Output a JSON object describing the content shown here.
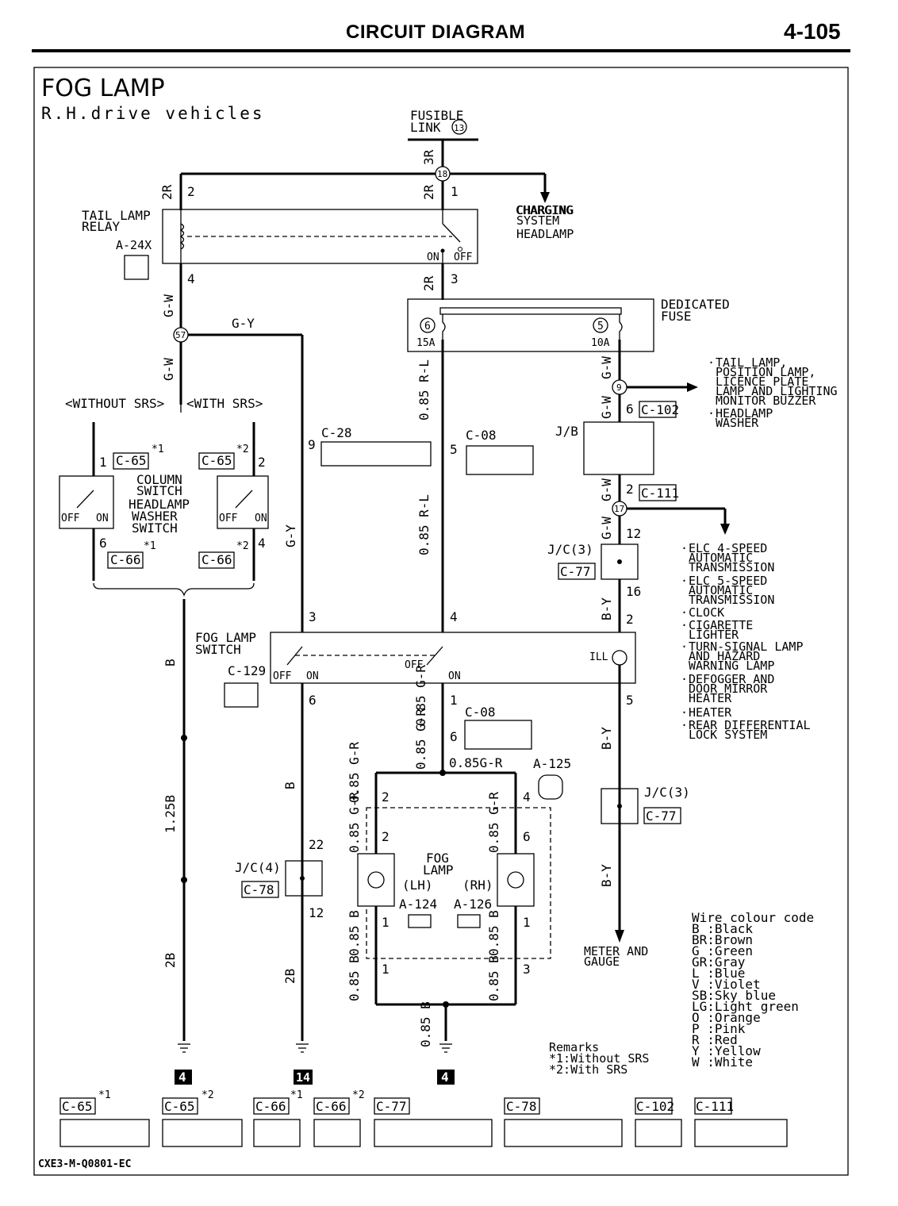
{
  "header": {
    "section": "CIRCUIT DIAGRAM",
    "page": "4-105"
  },
  "diagram": {
    "title": "FOG LAMP",
    "subtitle": "R.H.drive vehicles",
    "fusible_link": [
      "FUSIBLE",
      "LINK"
    ],
    "fusible_link_no": "13",
    "tail_lamp_relay": [
      "TAIL LAMP",
      "RELAY"
    ],
    "relay_connector": "A-24X",
    "relay_on": "ON",
    "relay_off": "OFF",
    "branch_notes": [
      "CHARGING",
      "SYSTEM",
      "HEADLAMP"
    ],
    "dedicated_fuse": [
      "DEDICATED",
      "FUSE"
    ],
    "fuse_left_no": "6",
    "fuse_left_amp": "15A",
    "fuse_right_no": "5",
    "fuse_right_amp": "10A",
    "splice_nos": [
      "18",
      "57",
      "9",
      "17"
    ],
    "without_srs": "<WITHOUT SRS>",
    "with_srs": "<WITH SRS>",
    "column_switch": [
      "COLUMN",
      "SWITCH",
      "HEADLAMP",
      "WASHER",
      "SWITCH"
    ],
    "jb": "J/B",
    "jc3": "J/C(3)",
    "jc4": "J/C(4)",
    "fog_lamp_switch": [
      "FOG LAMP",
      "SWITCH"
    ],
    "ill": "ILL",
    "off": "OFF",
    "on": "ON",
    "fog_lamp": [
      "FOG",
      "LAMP"
    ],
    "lh": "(LH)",
    "rh": "(RH)",
    "meter_gauge": [
      "METER AND",
      "GAUGE"
    ],
    "right_notes1": [
      "TAIL LAMP,",
      "POSITION LAMP,",
      "LICENCE PLATE",
      "LAMP AND LIGHTING",
      "MONITOR BUZZER",
      "HEADLAMP",
      "WASHER"
    ],
    "right_notes2": [
      "ELC 4-SPEED",
      "AUTOMATIC",
      "TRANSMISSION",
      "ELC 5-SPEED",
      "AUTOMATIC",
      "TRANSMISSION",
      "CLOCK",
      "CIGARETTE",
      "LIGHTER",
      "TURN-SIGNAL LAMP",
      "AND HAZARD",
      "WARNING LAMP",
      "DEFOGGER AND",
      "DOOR MIRROR",
      "HEATER",
      "HEATER",
      "REAR DIFFERENTIAL",
      "LOCK SYSTEM"
    ],
    "wire_labels": [
      "3R",
      "2R",
      "2R",
      "2R",
      "G-W",
      "G-W",
      "G-Y",
      "G-Y",
      "0.85 R-L",
      "0.85 R-L",
      "G-W",
      "G-W",
      "G-W",
      "G-W",
      "B",
      "1.25B",
      "2B",
      "B",
      "2B",
      "0.85 G-R",
      "0.85 G-R",
      "0.85G-R",
      "0.85 G-R",
      "0.85 G-R",
      "0.85 G-R",
      "0.85 B",
      "0.85 B",
      "0.85 B",
      "0.85 B",
      "0.85 B",
      "B-Y",
      "B-Y"
    ],
    "pin_numbers": [
      "2",
      "1",
      "4",
      "3",
      "9",
      "5",
      "6",
      "2",
      "12",
      "16",
      "2",
      "3",
      "4",
      "6",
      "1",
      "6",
      "5",
      "2",
      "4",
      "2",
      "2",
      "22",
      "12",
      "1",
      "1",
      "1",
      "3",
      "4",
      "2",
      "6",
      "4"
    ],
    "connectors": [
      "C-28",
      "C-08",
      "C-08",
      "C-102",
      "C-111",
      "C-77",
      "C-77",
      "C-129",
      "A-125",
      "A-124",
      "A-126",
      "C-78",
      "C-65",
      "C-65",
      "C-66",
      "C-66"
    ],
    "marks": [
      "*1",
      "*2",
      "*1",
      "*2"
    ],
    "ground_nos": [
      "4",
      "14",
      "4"
    ],
    "remarks": [
      "Remarks",
      "*1:Without SRS",
      "*2:With SRS"
    ],
    "colour_code_title": "Wire colour code",
    "colour_codes": [
      "B :Black",
      "BR:Brown",
      "G :Green",
      "GR:Gray",
      "L :Blue",
      "V :Violet",
      "SB:Sky blue",
      "LG:Light green",
      "O :Orange",
      "P :Pink",
      "R :Red",
      "Y :Yellow",
      "W :White"
    ],
    "bottom_connectors": [
      {
        "name": "C-65",
        "mark": "*1"
      },
      {
        "name": "C-65",
        "mark": "*2"
      },
      {
        "name": "C-66",
        "mark": "*1"
      },
      {
        "name": "C-66",
        "mark": "*2"
      },
      {
        "name": "C-77",
        "mark": ""
      },
      {
        "name": "C-78",
        "mark": ""
      },
      {
        "name": "C-102",
        "mark": ""
      },
      {
        "name": "C-111",
        "mark": ""
      }
    ],
    "doc_code": "CXE3-M-Q0801-EC"
  }
}
